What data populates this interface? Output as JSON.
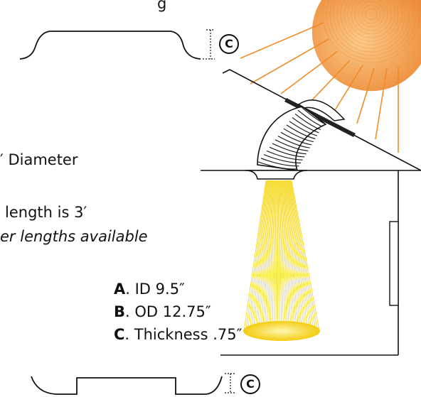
{
  "text": {
    "top_fragment": "g",
    "diameter": "′ Diameter",
    "length": "length is 3′",
    "other_lengths": "er lengths available",
    "specs": [
      {
        "key": "A",
        "rest": ". ID 9.5″"
      },
      {
        "key": "B",
        "rest": ". OD 12.75″"
      },
      {
        "key": "C",
        "rest": ". Thickness .75″"
      }
    ],
    "badge_top": "C",
    "badge_bottom": "C"
  },
  "colors": {
    "sun": "#f5a04a",
    "sun_dark": "#e8832a",
    "ray": "#f28c28",
    "light_beam": "#f5d400",
    "light_pool": "#f7d21c",
    "line": "#111111"
  }
}
